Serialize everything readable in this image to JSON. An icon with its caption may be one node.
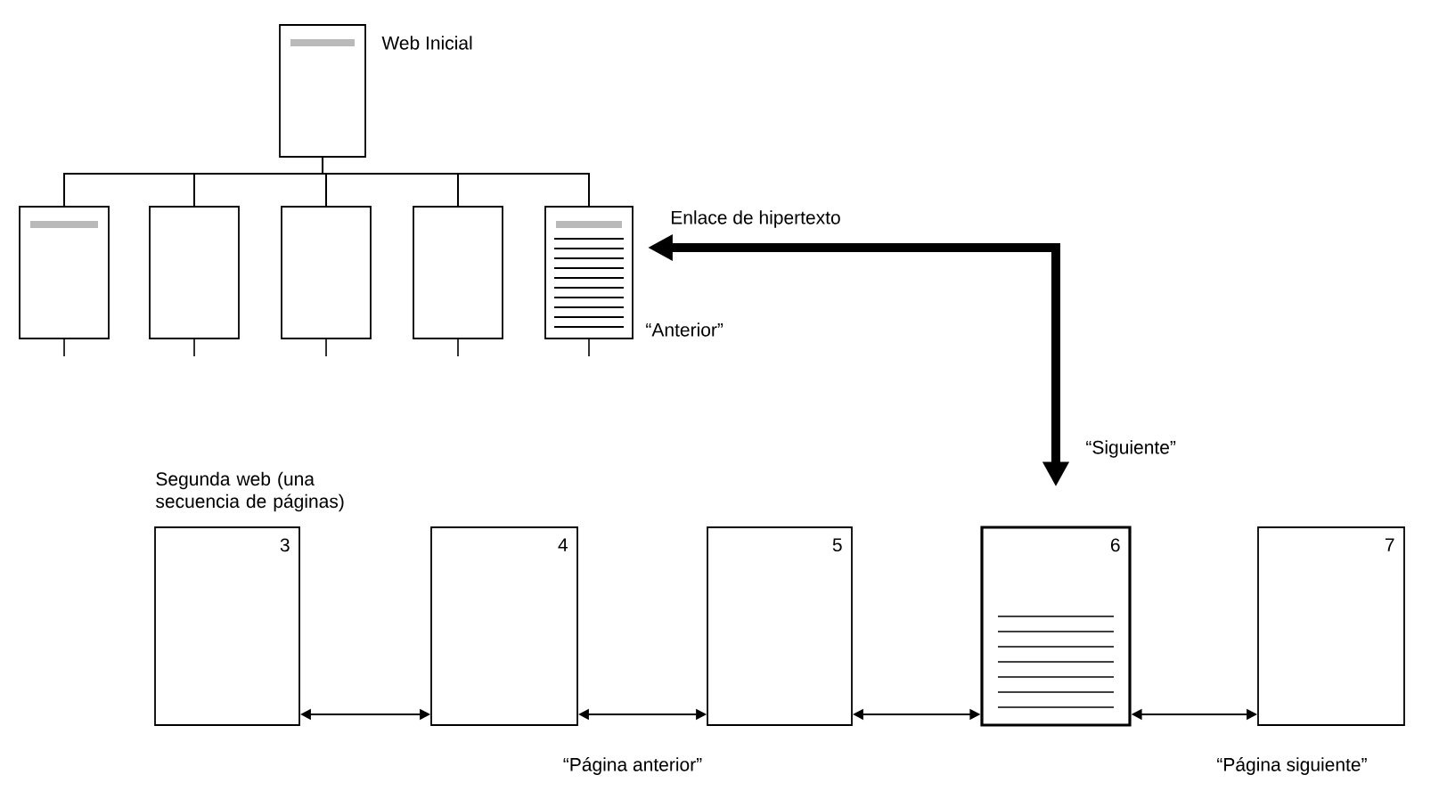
{
  "diagram": {
    "nodes": [
      {
        "text": [
          "Web Inicial"
        ]
      },
      {
        "text": [],
        "shape": "box"
      },
      {
        "text": [],
        "shape": "box"
      },
      {
        "text": [],
        "shape": "box"
      },
      {
        "text": [],
        "shape": "box"
      },
      {
        "text": [],
        "shape": "box",
        "beside": [
          "“Anterior”"
        ]
      },
      {
        "text": [
          "3"
        ]
      },
      {
        "text": [
          "4"
        ]
      },
      {
        "text": [
          "5"
        ]
      },
      {
        "text": [
          "6"
        ],
        "beside": [
          "“Siguiente”"
        ]
      },
      {
        "text": [
          "7"
        ]
      }
    ],
    "edges": [
      {
        "from": 0,
        "to": 1,
        "arrow": "none"
      },
      {
        "from": 0,
        "to": 2,
        "arrow": "none"
      },
      {
        "from": 0,
        "to": 3,
        "arrow": "none"
      },
      {
        "from": 0,
        "to": 4,
        "arrow": "none"
      },
      {
        "from": 0,
        "to": 5,
        "arrow": "none"
      },
      {
        "from": 9,
        "to": 5,
        "arrow": "both",
        "style": "thick",
        "label": "Enlace de hipertexto"
      },
      {
        "from": 6,
        "to": 7,
        "arrow": "both"
      },
      {
        "from": 7,
        "to": 8,
        "arrow": "both"
      },
      {
        "from": 8,
        "to": 9,
        "arrow": "both"
      },
      {
        "from": 9,
        "to": 10,
        "arrow": "both"
      }
    ],
    "labels": [
      "Segunda web (una secuencia de páginas)",
      "“Página anterior”",
      "“Página siguiente”"
    ]
  }
}
